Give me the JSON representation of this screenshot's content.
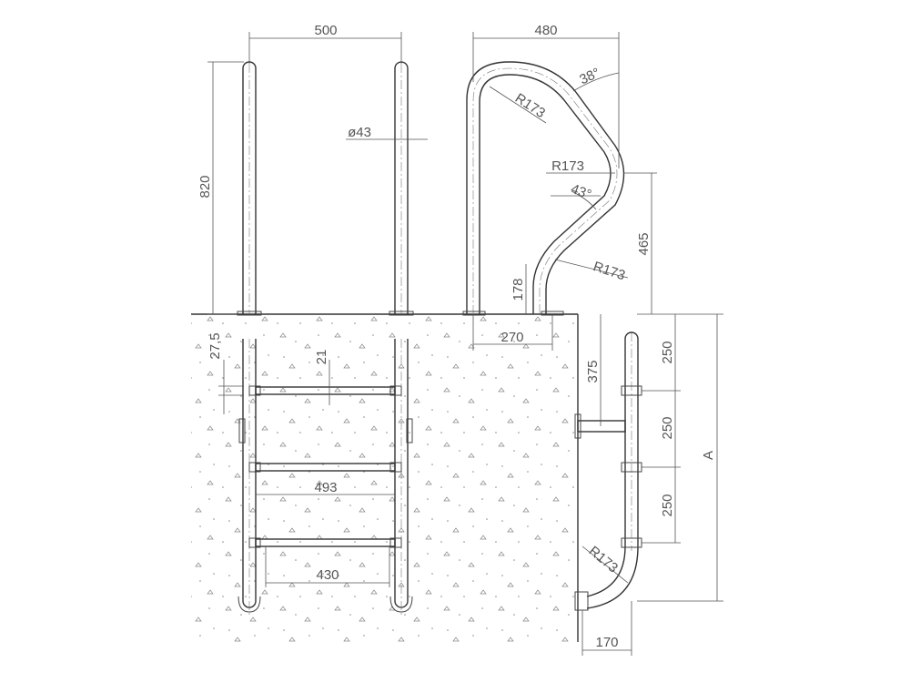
{
  "drawing": {
    "front_view": {
      "width_label": "500",
      "height_label": "820",
      "diameter_label": "ø43",
      "top_offset_label": "27,5",
      "step_thickness_label": "21",
      "step_length_label": "493",
      "inner_width_label": "430"
    },
    "side_view": {
      "width_label": "480",
      "angle_top_label": "38°",
      "radius_top_label": "R173",
      "radius_mid_label": "R173",
      "angle_mid_label": "43°",
      "height_label": "465",
      "base_height_label": "178",
      "radius_low_label": "R173",
      "base_offset_label": "270"
    },
    "section_view": {
      "spacing_1_label": "250",
      "spacing_2_label": "250",
      "spacing_3_label": "250",
      "wall_offset_label": "375",
      "overall_label": "A",
      "radius_label": "R173",
      "foot_label": "170"
    }
  }
}
